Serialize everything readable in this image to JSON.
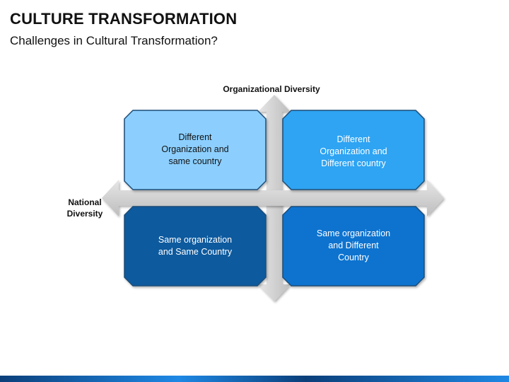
{
  "header": {
    "title": "CULTURE TRANSFORMATION",
    "subtitle": "Challenges in Cultural Transformation?"
  },
  "axes": {
    "vertical_label": "Organizational Diversity",
    "horizontal_label": "National\nDiversity"
  },
  "quadrants": [
    {
      "position": "top-left",
      "text": "Different\nOrganization and\nsame country",
      "fill": "#8ccfff",
      "text_color": "#111111"
    },
    {
      "position": "top-right",
      "text": "Different\nOrganization and\nDifferent  country",
      "fill": "#2ea4f3",
      "text_color": "#ffffff"
    },
    {
      "position": "bottom-left",
      "text": "Same organization\nand Same Country",
      "fill": "#0b5a9e",
      "text_color": "#ffffff"
    },
    {
      "position": "bottom-right",
      "text": "Same organization\nand Different\nCountry",
      "fill": "#0e73cf",
      "text_color": "#ffffff"
    }
  ],
  "colors": {
    "arrow": "#cfcfcf",
    "border": "#1d4d78",
    "footer_dark": "#0b3f7a",
    "footer_light": "#1e88e5"
  }
}
